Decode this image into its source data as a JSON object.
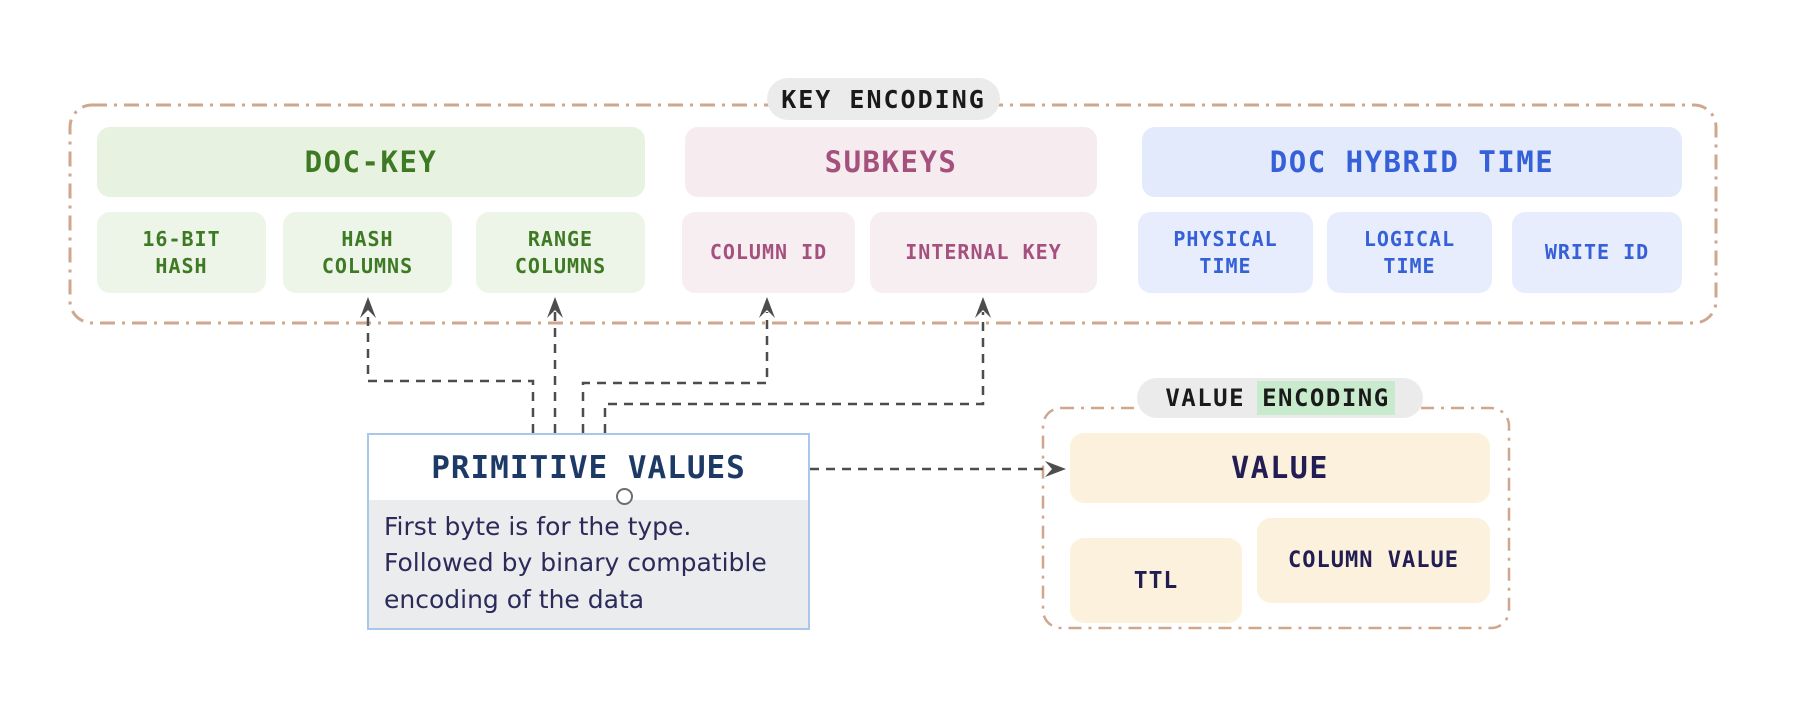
{
  "key_encoding": {
    "label": "KEY ENCODING",
    "doc_key": {
      "title": "DOC-KEY",
      "items": {
        "hash16": "16-BIT\nHASH",
        "hash_columns": "HASH\nCOLUMNS",
        "range_columns": "RANGE\nCOLUMNS"
      }
    },
    "subkeys": {
      "title": "SUBKEYS",
      "items": {
        "column_id": "COLUMN ID",
        "internal_key": "INTERNAL KEY"
      }
    },
    "doc_hybrid_time": {
      "title": "DOC HYBRID TIME",
      "items": {
        "physical_time": "PHYSICAL\nTIME",
        "logical_time": "LOGICAL\nTIME",
        "write_id": "WRITE ID"
      }
    }
  },
  "primitive_values": {
    "title": "PRIMITIVE VALUES",
    "description": "First byte is for the type.\nFollowed by binary compatible\nencoding of the data"
  },
  "value_encoding": {
    "label_plain": "VALUE",
    "label_highlighted": "ENCODING",
    "value": "VALUE",
    "ttl": "TTL",
    "column_value": "COLUMN VALUE"
  },
  "colors": {
    "container_border": "#cfa78d",
    "pill_bg": "#ebebeb",
    "highlight_green": "#c9ebcd",
    "green_bg": "#e8f2e1",
    "green_text": "#3e7a23",
    "pink_bg": "#f6ecef",
    "pink_text": "#a5517e",
    "blue_bg": "#e3eafb",
    "blue_text": "#3560d8",
    "cream_bg": "#fbf1dd",
    "navy_text": "#221d52",
    "primitive_border": "#a9c8e9",
    "primitive_title_text": "#1d3a66",
    "primitive_body_bg": "#ebecee",
    "primitive_body_text": "#2d2a5a",
    "connector": "#4d4d4d"
  }
}
